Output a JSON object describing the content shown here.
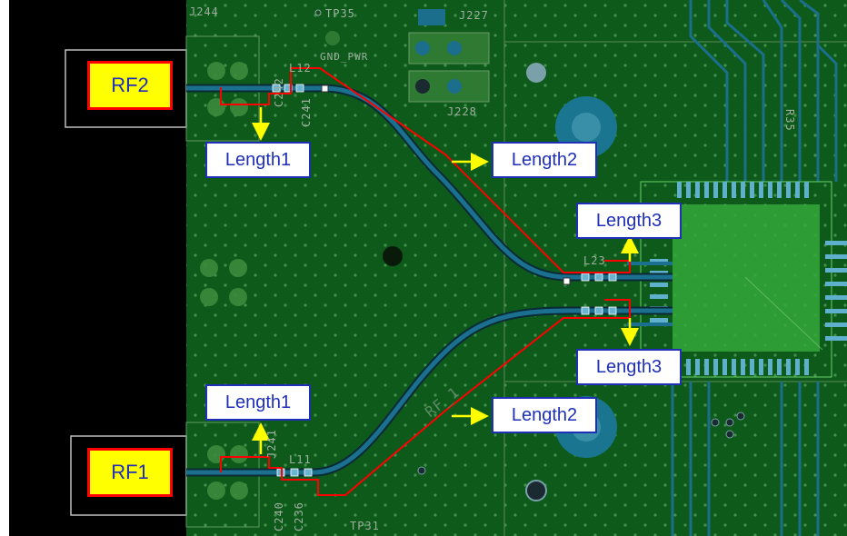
{
  "ports": {
    "rf2": "RF2",
    "rf1": "RF1"
  },
  "labels": {
    "length1_top": "Length1",
    "length2_top": "Length2",
    "length3_top": "Length3",
    "length1_bottom": "Length1",
    "length2_bottom": "Length2",
    "length3_bottom": "Length3"
  },
  "silkscreen": {
    "j244": "J244",
    "tp35": "TP35",
    "j227": "J227",
    "gnd_pwr": "GND_PWR",
    "j228": "J228",
    "l12": "L12",
    "c242": "C242",
    "c241": "C241",
    "l23": "L23",
    "r35": "R35",
    "rf_1": "RF_1",
    "j241": "J241",
    "l11": "L11",
    "c240": "C240",
    "c236": "C236",
    "tp31": "TP31"
  },
  "colors": {
    "board": "#0d5a1b",
    "trace": "#1b6e8c",
    "highlight": "#ff0000",
    "arrow": "#ffff00",
    "label_border": "#1f2fb8",
    "port_fill": "#ffff00"
  }
}
